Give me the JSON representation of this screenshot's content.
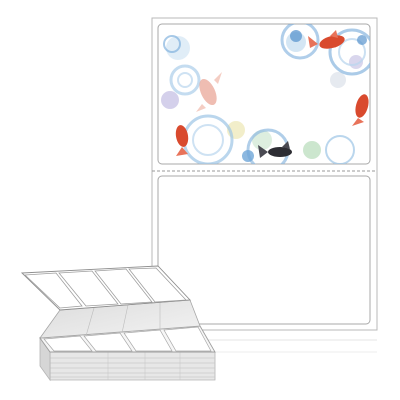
{
  "illustration": {
    "subject": "fanfold-label-sheet-product-image",
    "colors": {
      "sheet_border": "#b9b9b9",
      "sheet_fill": "#ffffff",
      "perforation": "#9a9a9a",
      "stack_fill": "#e7e7e7",
      "stack_shadow": "#c8c8c8",
      "koi_red": "#d94a2e",
      "koi_black": "#2d2d33",
      "water_blue": "#6fa6d8",
      "bubble_light": "#cfe3f3",
      "bubble_yellow": "#f1ecc4",
      "bubble_green": "#c7e3c9",
      "bubble_purple": "#c9c4e6"
    },
    "labels_per_sheet": 2,
    "stack_visible_label_count": 8
  }
}
